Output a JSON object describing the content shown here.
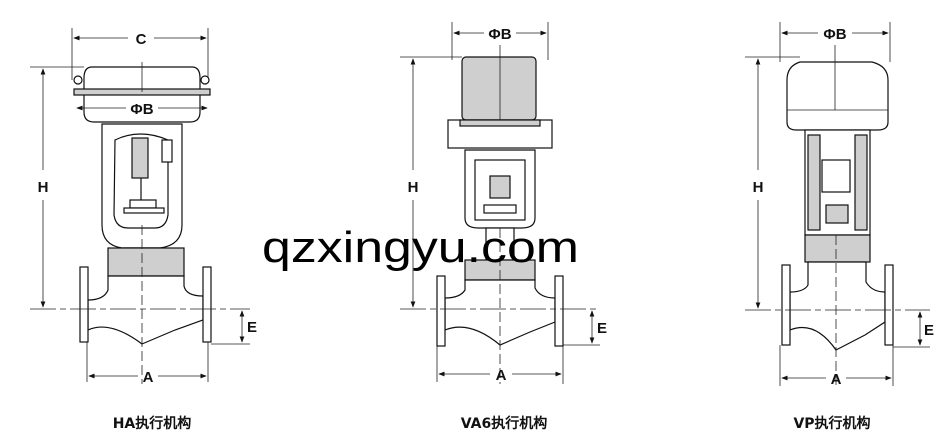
{
  "diagrams": [
    {
      "caption": "HA执行机构",
      "labels": {
        "c": "C",
        "b": "ΦB",
        "h": "H",
        "e": "E",
        "a": "A"
      }
    },
    {
      "caption": "VA6执行机构",
      "labels": {
        "b": "ΦB",
        "h": "H",
        "e": "E",
        "a": "A"
      }
    },
    {
      "caption": "VP执行机构",
      "labels": {
        "b": "ΦB",
        "h": "H",
        "e": "E",
        "a": "A"
      }
    }
  ],
  "watermark": "qzxingyu.com"
}
